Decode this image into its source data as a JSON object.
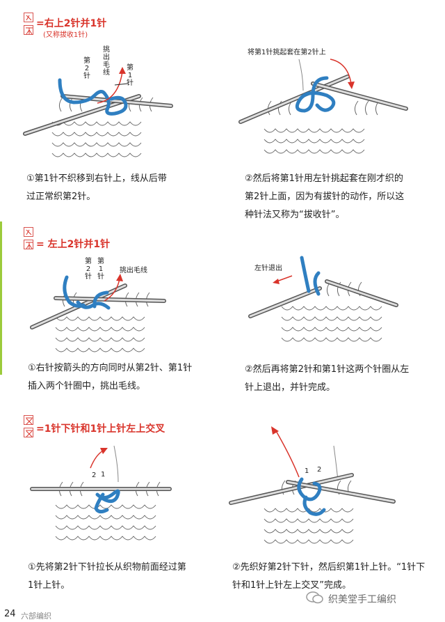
{
  "sections": [
    {
      "title": "=右上2针并1针",
      "subtitle": "(又称拔收1针)",
      "left": {
        "labels": {
          "n2": "第2针",
          "pull": "挑出毛线",
          "n1": "第1针"
        },
        "caption": "①第1针不织移到右针上，线从后带过正常织第2针。"
      },
      "right": {
        "labels": {
          "lift": "将第1针挑起套在第2针上"
        },
        "caption": "②然后将第1针用左针挑起套在刚才织的第2针上面，因为有拔针的动作，所以这种针法又称为“拔收针”。"
      }
    },
    {
      "title": "= 左上2针并1针",
      "left": {
        "labels": {
          "n2": "第2针",
          "n1": "第1针",
          "pull": "挑出毛线"
        },
        "caption": "①右针按箭头的方向同时从第2针、第1针插入两个针圈中，挑出毛线。"
      },
      "right": {
        "labels": {
          "off": "左针退出"
        },
        "caption": "②然后再将第2针和第1针这两个针圈从左针上退出，并针完成。"
      }
    },
    {
      "title": "=1针下针和1针上针左上交叉",
      "left": {
        "labels": {
          "two": "2",
          "one": "1"
        },
        "caption": "①先将第2针下针拉长从织物前面经过第1针上针。"
      },
      "right": {
        "labels": {
          "one": "1",
          "two": "2"
        },
        "caption": "②先织好第2针下针，然后织第1针上针。“1针下针和1针上针左上交叉”完成。"
      }
    }
  ],
  "page_number": "24",
  "watermark_left": "六部编织",
  "watermark_right": "织美堂手工编织",
  "colors": {
    "accent": "#d9342b",
    "yarn": "#2f7fc1",
    "green": "#9ccb3b"
  }
}
